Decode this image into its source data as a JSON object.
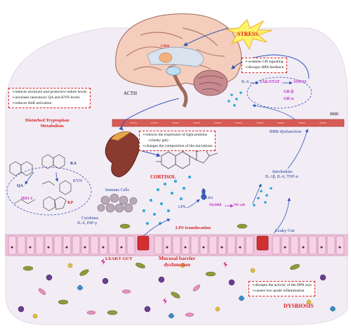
{
  "labels": {
    "stress": "STRESS",
    "crh": "CRH",
    "acth": "ACTH",
    "bbb": "BBB",
    "bbb_dysfunction": "BBB dysfunction",
    "il6": "IL-6",
    "jak_stat": "JAK/STAT",
    "socs3": "SOCS3",
    "gr_beta": "GR-β",
    "gr_alpha": "GR-α",
    "disturbed_tryptophan": [
      "Disturbed Tryptophan",
      "Metabolism"
    ],
    "cortisol": "CORTISOL",
    "immune_cells": "Immune Cells",
    "cytokines": [
      "Cytokines",
      "IL-6, INF-γ"
    ],
    "interleukins": [
      "Interleukins",
      "IL-1β, IL-6, TNF-α"
    ],
    "lps": "LPS",
    "tlr4": "TLR4",
    "myd88": "MyD88",
    "nfkb": "NF-κB",
    "lps_translocation": "LPS translocation",
    "leaky_gut_right": "Leaky Gut",
    "leaky_gut_left": "LEAKY GUT",
    "mucosal_barrier": [
      "Mucosal barrier",
      "dysfunction"
    ],
    "dysbiosis": "DYSBIOSIS",
    "qa": "QA",
    "ka": "KA",
    "kyn": "KYN",
    "kp": "KP",
    "ido1": "IDO-1"
  },
  "boxes": {
    "gr_box": [
      "weakens GR signaling",
      "disrupts HPA feedback"
    ],
    "tryptophan_box": [
      "reduces serotonin and protective indole levels",
      "increases neurotoxic QA and KYN levels",
      "reduces AhR activation"
    ],
    "cortisol_box": [
      "reduces the expression of tight proteins",
      "(leaky gut)",
      "changes the composition of the microbiota"
    ],
    "dysbiosis_box": [
      "disrupts the activity of the HPA axis",
      "causes low-grade inflammation"
    ]
  },
  "colors": {
    "red": "#d81e1e",
    "blue": "#1f3f9a",
    "magenta": "#c22ec2",
    "brain": "#f4c9b8",
    "barrier_pink": "#f3c6e0",
    "background": "#f3edf6"
  }
}
